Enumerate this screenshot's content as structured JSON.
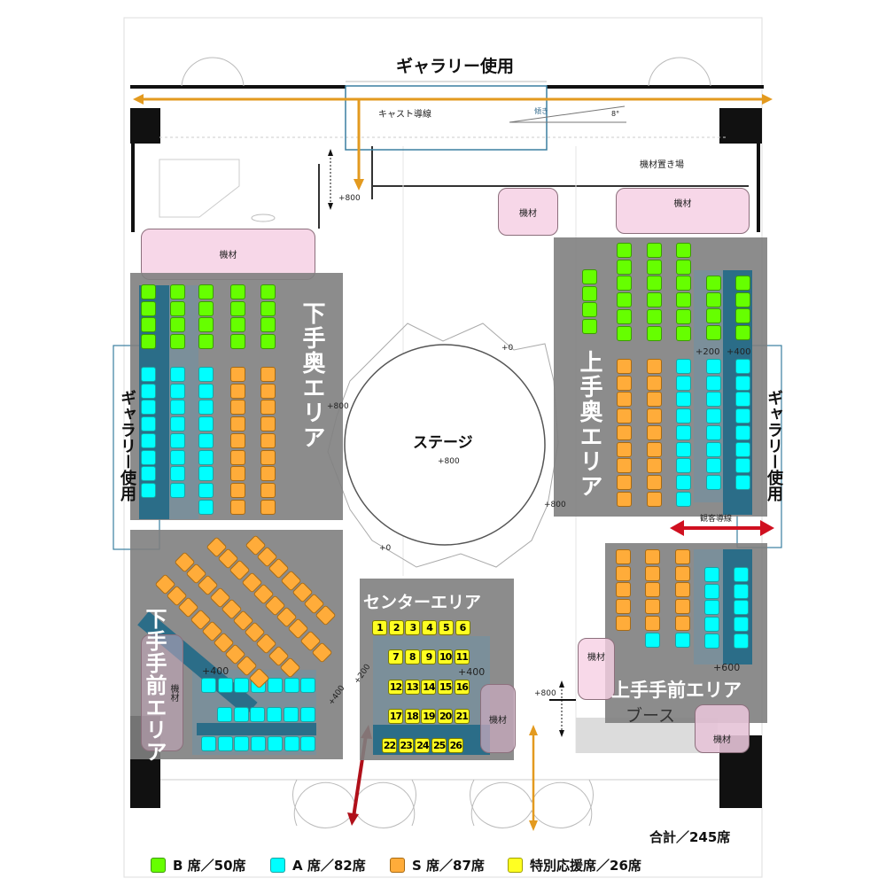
{
  "title_top": "ギャラリー使用",
  "gallery_left": "ギャラリー使用",
  "gallery_right": "ギャラリー使用",
  "cast_route": "キャスト導線",
  "slope_label": "傾き",
  "slope_angle": "8°",
  "equipment_storage": "機材置き場",
  "equipment": "機材",
  "stage": "ステージ",
  "audience_route": "観客導線",
  "booth": "ブース",
  "areas": {
    "left_back": "下手奥エリア",
    "right_back": "上手奥エリア",
    "left_front": "下手手前エリア",
    "right_front": "上手手前エリア",
    "center": "センターエリア"
  },
  "elevations": {
    "p0": "+0",
    "p200": "+200",
    "p400": "+400",
    "p600": "+600",
    "p800": "+800"
  },
  "center_seat_numbers": [
    "1",
    "2",
    "3",
    "4",
    "5",
    "6",
    "7",
    "8",
    "9",
    "10",
    "11",
    "12",
    "13",
    "14",
    "15",
    "16",
    "17",
    "18",
    "19",
    "20",
    "21",
    "22",
    "23",
    "24",
    "25",
    "26"
  ],
  "total": "合計／245席",
  "legend": [
    {
      "label": "B 席／50席",
      "color": "#66ff00"
    },
    {
      "label": "A 席／82席",
      "color": "#00ffff"
    },
    {
      "label": "S 席／87席",
      "color": "#ffac3a"
    },
    {
      "label": "特別応援席／26席",
      "color": "#ffff22"
    }
  ],
  "colors": {
    "cast_route_arrow": "#e39a1f",
    "audience_route_arrow": "#d01020",
    "area_gray": "#808080",
    "equipment_pink": "#f6d0e4"
  }
}
